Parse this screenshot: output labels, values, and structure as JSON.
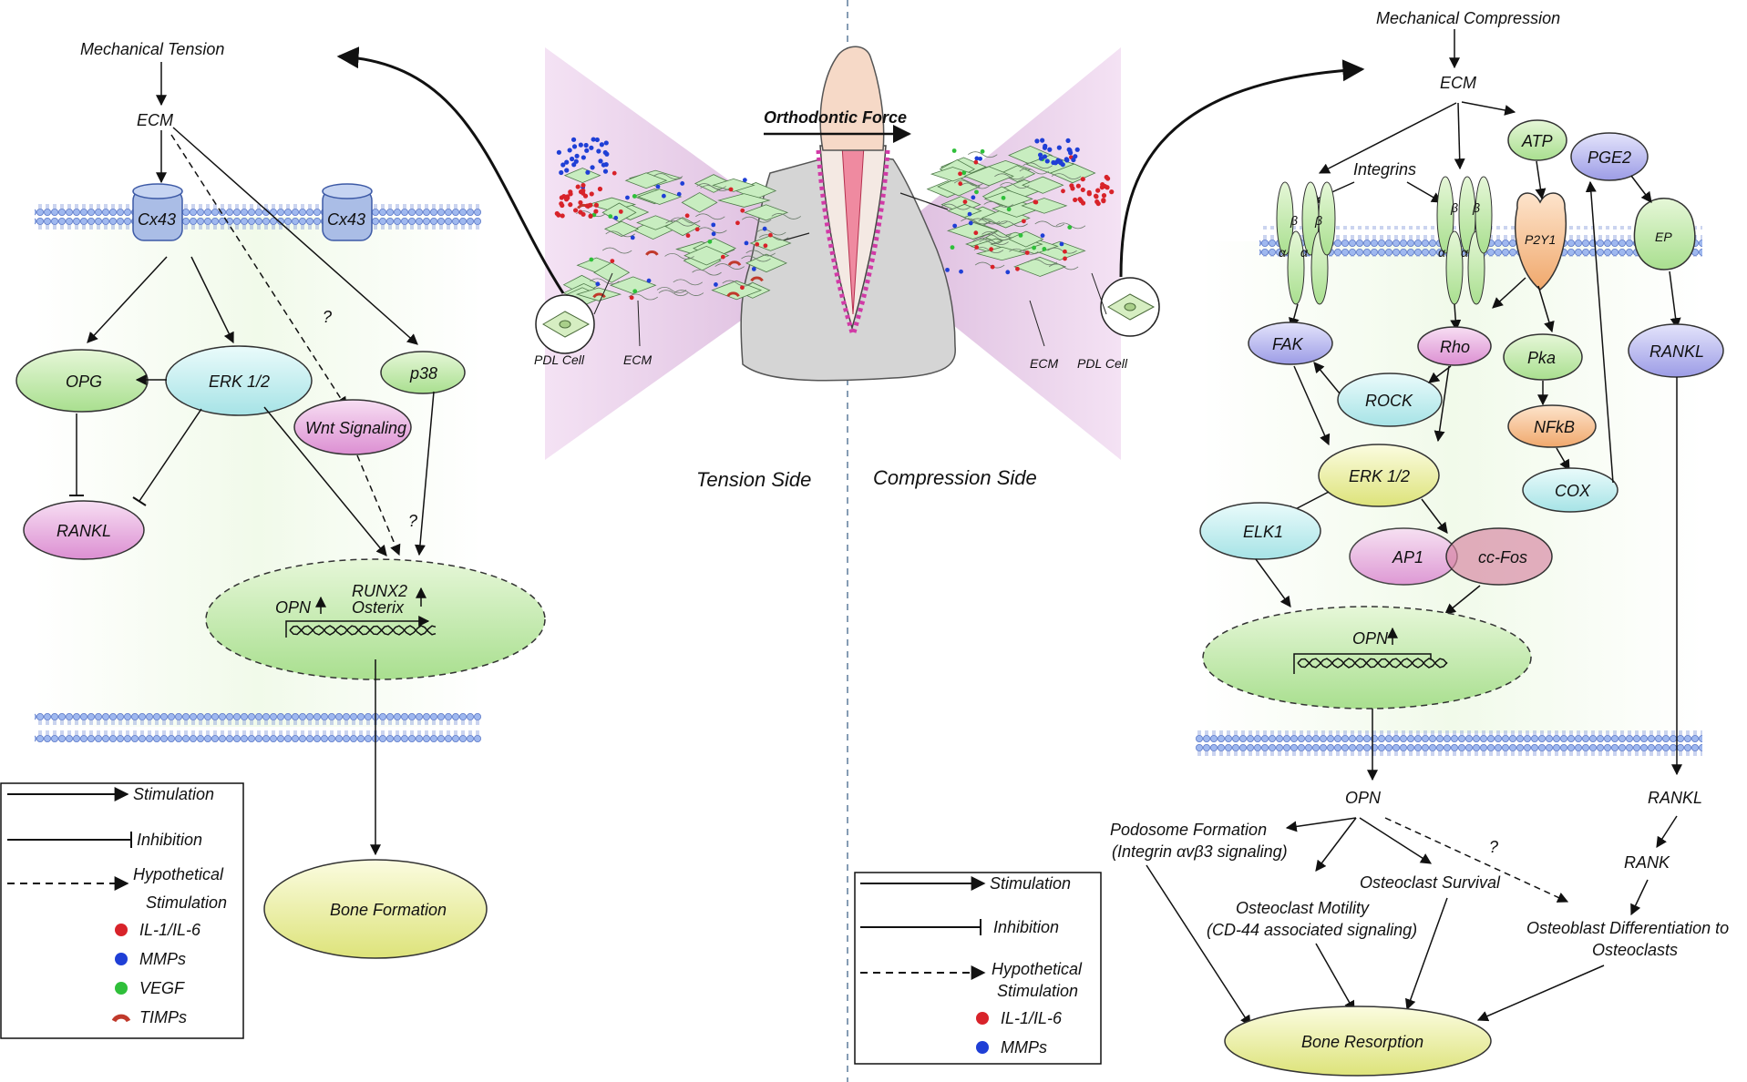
{
  "left": {
    "title": "Mechanical  Tension",
    "ecm": "ECM",
    "cx43_a": "Cx43",
    "cx43_b": "Cx43",
    "opg": "OPG",
    "erk": "ERK 1/2",
    "p38": "p38",
    "wnt": "Wnt Signaling",
    "rankl": "RANKL",
    "q1": "?",
    "q2": "?",
    "nucleus": {
      "opn": "OPN",
      "runx2": "RUNX2",
      "osterix": "Osterix"
    },
    "bone_formation": "Bone Formation"
  },
  "center": {
    "force": "Orthodontic Force",
    "tension_side": "Tension Side",
    "compression_side": "Compression Side",
    "pdl_cell_left": "PDL Cell",
    "ecm_left": "ECM",
    "ecm_right": "ECM",
    "pdl_cell_right": "PDL Cell"
  },
  "right": {
    "title": "Mechanical Compression",
    "ecm": "ECM",
    "atp": "ATP",
    "pge2": "PGE2",
    "integrins": "Integrins",
    "alpha": "α",
    "beta": "β",
    "p2y1": "P2Y1",
    "ep": "EP",
    "fak": "FAK",
    "rho": "Rho",
    "pka": "Pka",
    "rankl": "RANKL",
    "rock": "ROCK",
    "nfkb": "NFkB",
    "erk": "ERK 1/2",
    "cox": "COX",
    "elk1": "ELK1",
    "ap1": "AP1",
    "ccfos": "cc-Fos",
    "opn_nucleus": "OPN",
    "opn": "OPN",
    "rankl2": "RANKL",
    "rank": "RANK",
    "podosome_1": "Podosome Formation",
    "podosome_2": "(Integrin αvβ3 signaling)",
    "motility_1": "Osteoclast Motility",
    "motility_2": "(CD-44 associated signaling)",
    "survival": "Osteoclast Survival",
    "diff_1": "Osteoblast Differentiation to",
    "diff_2": "Osteoclasts",
    "q": "?",
    "bone_resorption": "Bone Resorption"
  },
  "legend_left": {
    "stimulation": "Stimulation",
    "inhibition": "Inhibition",
    "hyp_1": "Hypothetical",
    "hyp_2": "Stimulation",
    "items": [
      {
        "label": "IL-1/IL-6",
        "color": "#d8232a"
      },
      {
        "label": "MMPs",
        "color": "#1f3fd6"
      },
      {
        "label": "VEGF",
        "color": "#2fbf3a"
      },
      {
        "label": "TIMPs",
        "color": "#c0392b"
      }
    ]
  },
  "legend_right": {
    "stimulation": "Stimulation",
    "inhibition": "Inhibition",
    "hyp_1": "Hypothetical",
    "hyp_2": "Stimulation",
    "items": [
      {
        "label": "IL-1/IL-6",
        "color": "#d8232a"
      },
      {
        "label": "MMPs",
        "color": "#1f3fd6"
      }
    ]
  },
  "colors": {
    "green": "#b9e8a6",
    "pink": "#e7a7df",
    "cyan": "#bfeef0",
    "lavender": "#b8b8ef",
    "yellow": "#edf0a8",
    "orange": "#f8c79b"
  }
}
